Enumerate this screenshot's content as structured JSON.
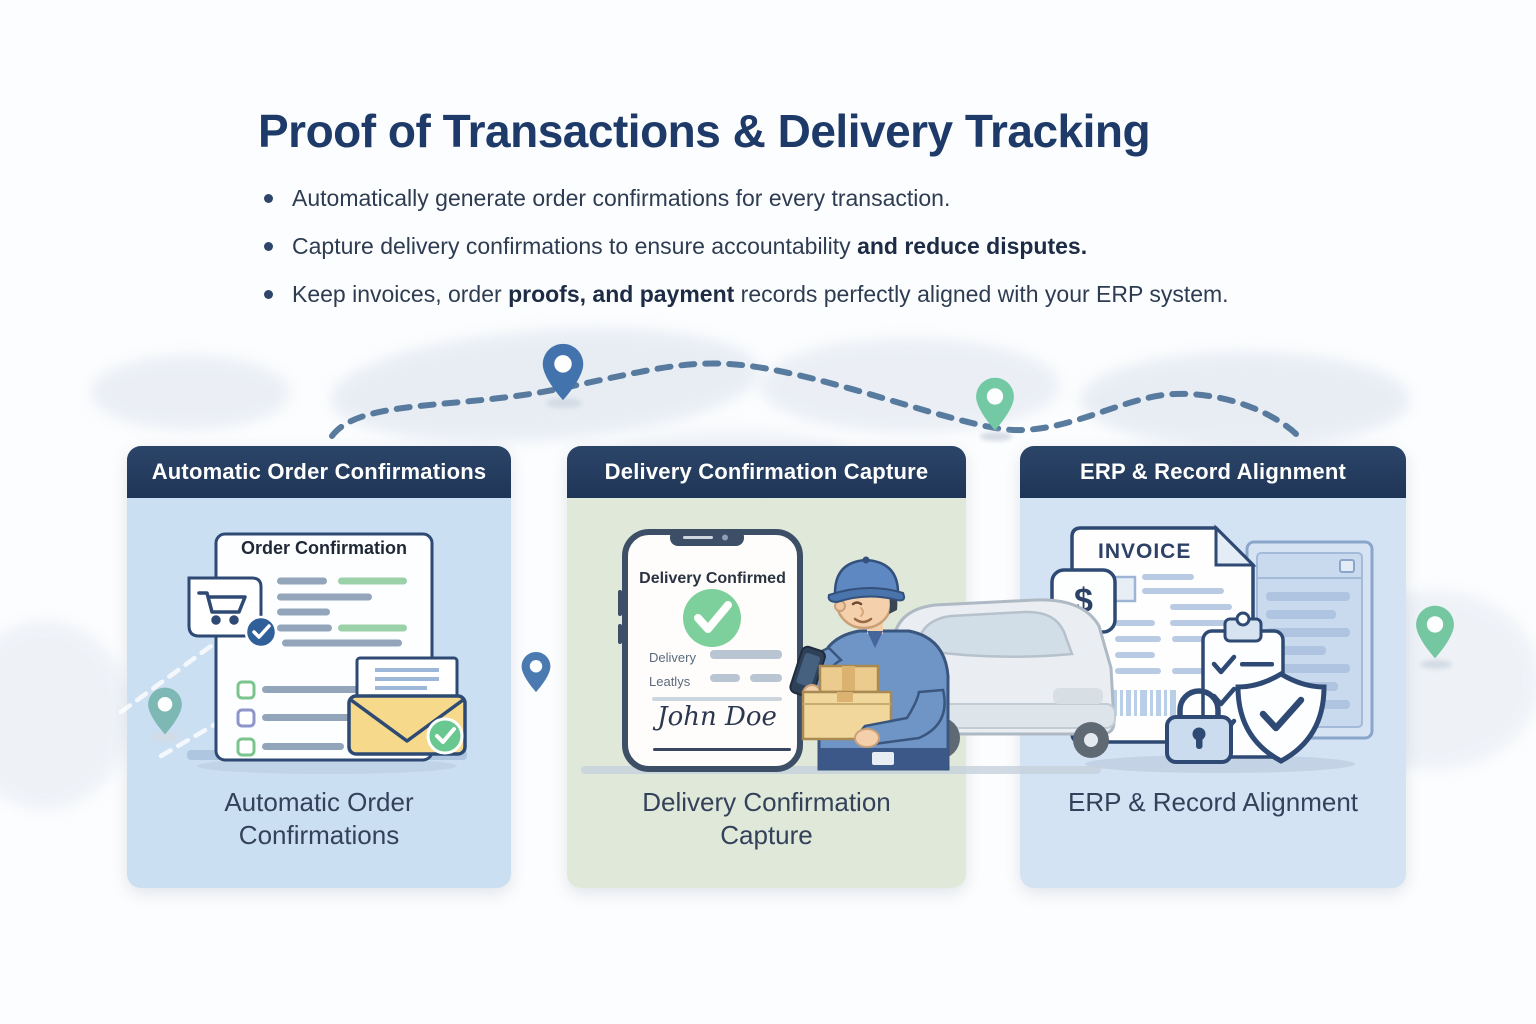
{
  "page": {
    "title": "Proof of Transactions & Delivery Tracking",
    "bullets": [
      {
        "pre": "Automatically generate order confirmations for every transaction.",
        "bold": "",
        "post": ""
      },
      {
        "pre": "Capture delivery confirmations to ensure accountability ",
        "bold": "and reduce disputes.",
        "post": ""
      },
      {
        "pre": "Keep invoices, order ",
        "bold": "proofs, and payment",
        "post": " records perfectly aligned with your ERP system."
      }
    ]
  },
  "cards": [
    {
      "header": "Automatic Order Confirmations",
      "caption": [
        "Automatic Order",
        "Confirmations"
      ]
    },
    {
      "header": "Delivery Confirmation Capture",
      "caption": [
        "Delivery Confirmation",
        "Capture"
      ]
    },
    {
      "header": "ERP & Record Alignment",
      "caption": [
        "ERP & Record Alignment"
      ]
    }
  ],
  "illustration_text": {
    "order_doc_title": "Order Confirmation",
    "phone_status": "Delivery Confirmed",
    "phone_field_label_1": "Delivery",
    "phone_field_label_2": "Leatlys",
    "signature": "John Doe",
    "invoice_title": "INVOICE",
    "currency_symbol": "$"
  },
  "icons": [
    "map-pin",
    "shopping-cart",
    "check-circle",
    "envelope",
    "checkbox-list",
    "smartphone",
    "delivery-person",
    "delivery-van",
    "package-box",
    "invoice-document",
    "dollar-badge",
    "barcode",
    "erp-window",
    "clipboard-check",
    "padlock",
    "shield-check",
    "world-map",
    "dashed-route"
  ],
  "colors": {
    "navy": "#223a5e",
    "title": "#1e3a68",
    "body_text": "#2e3c52",
    "bold_text": "#1d2b45",
    "card1_bg": "#cbdff2",
    "card2_bg": "#e0e9d9",
    "card3_bg": "#d3e3f4",
    "pin_blue": "#4273ac",
    "pin_green": "#72c9a3",
    "pin_teal": "#7db8b4",
    "route": "#4f7499",
    "check_green": "#7dd09b",
    "check_blue": "#30609a",
    "envelope_yellow": "#f6d98b",
    "caption": "#33415a",
    "outline": "#2e4a74"
  }
}
